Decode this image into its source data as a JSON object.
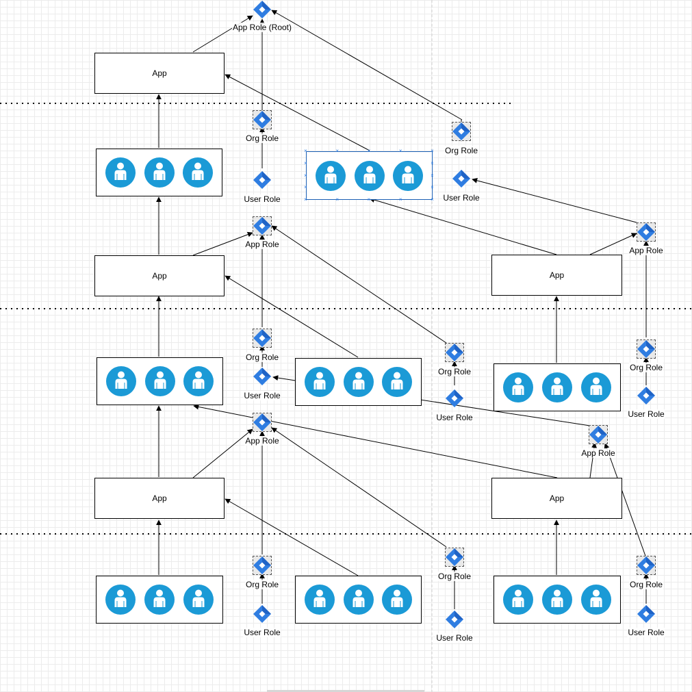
{
  "diagram": {
    "colors": {
      "role_icon": "#2f7de1",
      "user_icon": "#1b9ad6",
      "edge": "#000000",
      "separator": "#000000",
      "grid": "#ececec",
      "page_break": "#cfcfcf"
    },
    "apps": [
      {
        "id": "app1",
        "label": "App"
      },
      {
        "id": "app2",
        "label": "App"
      },
      {
        "id": "app3",
        "label": "App"
      },
      {
        "id": "app4",
        "label": "App"
      },
      {
        "id": "app5",
        "label": "App"
      }
    ],
    "user_groups": [
      {
        "id": "g1",
        "icon": "user-icon",
        "count": 3
      },
      {
        "id": "g2",
        "icon": "user-icon",
        "count": 3,
        "selected": true
      },
      {
        "id": "g3",
        "icon": "user-icon",
        "count": 3
      },
      {
        "id": "g4",
        "icon": "user-icon",
        "count": 3
      },
      {
        "id": "g5",
        "icon": "user-icon",
        "count": 3
      },
      {
        "id": "g6",
        "icon": "user-icon",
        "count": 3
      },
      {
        "id": "g7",
        "icon": "user-icon",
        "count": 3
      },
      {
        "id": "g8",
        "icon": "user-icon",
        "count": 3
      }
    ],
    "roles": [
      {
        "id": "r_root",
        "label": "App Role (Root)",
        "icon": "role-diamond-icon"
      },
      {
        "id": "r_org1",
        "label": "Org Role",
        "icon": "role-diamond-icon"
      },
      {
        "id": "r_user1",
        "label": "User Role",
        "icon": "role-diamond-icon"
      },
      {
        "id": "r_org2",
        "label": "Org Role",
        "icon": "role-diamond-icon"
      },
      {
        "id": "r_user2",
        "label": "User Role",
        "icon": "role-diamond-icon"
      },
      {
        "id": "r_app1",
        "label": "App Role",
        "icon": "role-diamond-icon"
      },
      {
        "id": "r_app2",
        "label": "App Role",
        "icon": "role-diamond-icon"
      },
      {
        "id": "r_org3",
        "label": "Org Role",
        "icon": "role-diamond-icon"
      },
      {
        "id": "r_user3",
        "label": "User Role",
        "icon": "role-diamond-icon"
      },
      {
        "id": "r_org4",
        "label": "Org Role",
        "icon": "role-diamond-icon"
      },
      {
        "id": "r_user4",
        "label": "User Role",
        "icon": "role-diamond-icon"
      },
      {
        "id": "r_org5",
        "label": "Org Role",
        "icon": "role-diamond-icon"
      },
      {
        "id": "r_user5",
        "label": "User Role",
        "icon": "role-diamond-icon"
      },
      {
        "id": "r_app3",
        "label": "App Role",
        "icon": "role-diamond-icon"
      },
      {
        "id": "r_app4",
        "label": "App Role",
        "icon": "role-diamond-icon"
      },
      {
        "id": "r_org6",
        "label": "Org Role",
        "icon": "role-diamond-icon"
      },
      {
        "id": "r_user6",
        "label": "User Role",
        "icon": "role-diamond-icon"
      },
      {
        "id": "r_org7",
        "label": "Org Role",
        "icon": "role-diamond-icon"
      },
      {
        "id": "r_user7",
        "label": "User Role",
        "icon": "role-diamond-icon"
      },
      {
        "id": "r_org8",
        "label": "Org Role",
        "icon": "role-diamond-icon"
      },
      {
        "id": "r_user8",
        "label": "User Role",
        "icon": "role-diamond-icon"
      }
    ]
  }
}
